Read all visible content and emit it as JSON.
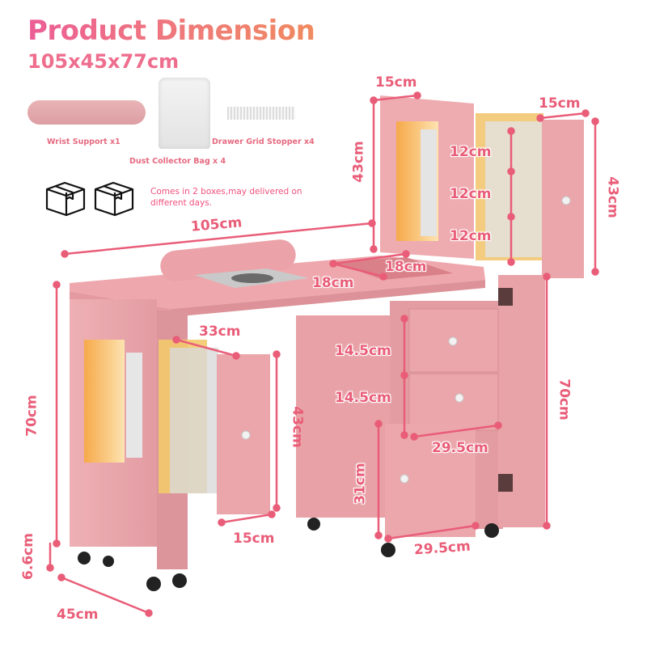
{
  "header": {
    "title": "Product Dimension",
    "overall_size": "105x45x77cm"
  },
  "accessories": [
    {
      "label": "Wrist Support x1",
      "icon": "wrist-support-cushion"
    },
    {
      "label": "Dust Collector Bag x 4",
      "icon": "dust-bag"
    },
    {
      "label": "Drawer Grid Stopper x4",
      "icon": "grid-stopper"
    }
  ],
  "shipping_note": {
    "icon": "box-icon",
    "box_count": 2,
    "text": "Comes in 2 boxes,may delivered on different days."
  },
  "colors": {
    "accent_pink": "#e95d78",
    "title_gradient_start": "#ec5e96",
    "title_gradient_end": "#f08a5f",
    "furniture_pink": "#eaa3a8",
    "led_glow": "#f7b955"
  },
  "dimensions": {
    "total_width": "105cm",
    "total_depth": "45cm",
    "left_height": "70cm",
    "caster_height": "6.6cm",
    "left_pullout_width": "33cm",
    "left_pullout_height": "43cm",
    "left_pullout_depth": "15cm",
    "top_cabinet_depth": "15cm",
    "top_cabinet_height_left": "43cm",
    "top_pullout_depth": "15cm",
    "top_pullout_height": "43cm",
    "shelf_heights": [
      "12cm",
      "12cm",
      "12cm"
    ],
    "dust_opening_a": "18cm",
    "dust_opening_b": "18cm",
    "drawer_heights": [
      "14.5cm",
      "14.5cm"
    ],
    "drawer_width": "29.5cm",
    "bottom_drawer_height": "31cm",
    "bottom_drawer_width": "29.5cm",
    "right_height": "70cm"
  }
}
